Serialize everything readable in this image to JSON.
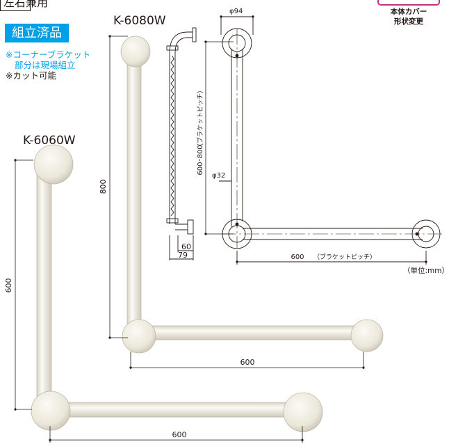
{
  "badges": {
    "left_right": "左右兼用",
    "assembled": "組立済品"
  },
  "notes": {
    "corner_bracket_line1": "※コーナーブラケット",
    "corner_bracket_line2": "部分は現場組立",
    "cuttable": "※カット可能"
  },
  "models": {
    "large": "K-6080W",
    "small": "K-6060W"
  },
  "change_notice": {
    "line1": "本体カバー",
    "line2": "形状変更"
  },
  "unit_label": "（単位:mm）",
  "dimensions": {
    "large_height": "800",
    "small_height": "600",
    "large_width": "600",
    "small_width": "600",
    "flange_diameter": "φ94",
    "pipe_diameter": "φ32",
    "bracket_pitch_vertical": "600･800",
    "bracket_pitch_label": "（ブラケットピッチ）",
    "bracket_pitch_horizontal": "600",
    "projection_60": "60",
    "projection_79": "79"
  },
  "colors": {
    "accent_blue": "#00a0e9",
    "notice_magenta": "#c0307f",
    "rail_ivory": "#f1efe6",
    "line": "#231815"
  }
}
